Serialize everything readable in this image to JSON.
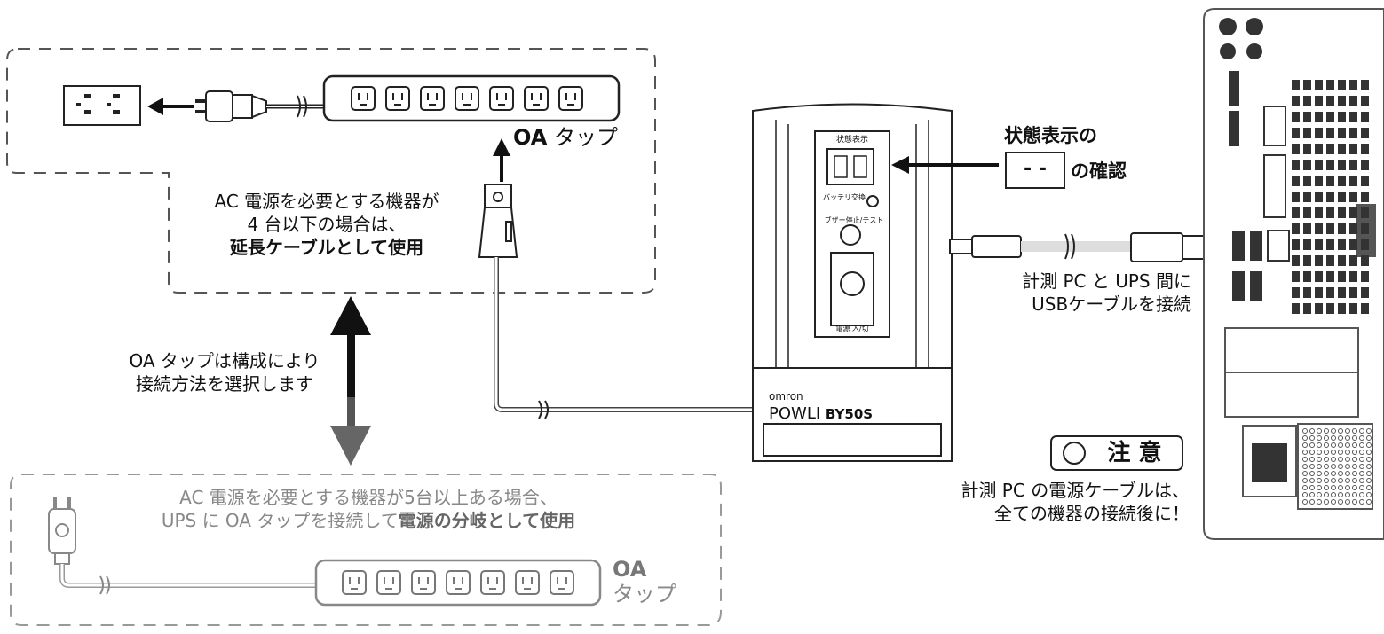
{
  "top_panel": {
    "tap_bold": "OA",
    "tap_label": "タップ",
    "desc_line1": "AC 電源を必要とする機器が",
    "desc_line2": "4 台以下の場合は、",
    "desc_line3": "延長ケーブルとして使用"
  },
  "middle": {
    "choice_line1": "OA タップは構成により",
    "choice_line2": "接続方法を選択します"
  },
  "bottom_panel": {
    "line1": "AC 電源を必要とする機器が5台以上ある場合、",
    "line2_prefix": "UPS に OA タップを接続して",
    "line2_bold": "電源の分岐として使用",
    "tap_bold": "OA",
    "tap_label": "タップ"
  },
  "ups": {
    "status_panel_label": "状態表示",
    "battery_label": "バッテリ交換",
    "buzzer_label": "ブザー停止/テスト",
    "power_label": "電源 入/切",
    "brand": "omron",
    "model_prefix": "POWLI",
    "model": "BY50S"
  },
  "status_callout": {
    "line1": "状態表示の",
    "line2": "の確認",
    "display": "- -"
  },
  "usb_note": {
    "line1": "計測 PC と UPS 間に",
    "line2": "USBケーブルを接続"
  },
  "caution": {
    "badge": "注 意",
    "line1": "計測 PC の電源ケーブルは、",
    "line2": "全ての機器の接続後に！"
  }
}
